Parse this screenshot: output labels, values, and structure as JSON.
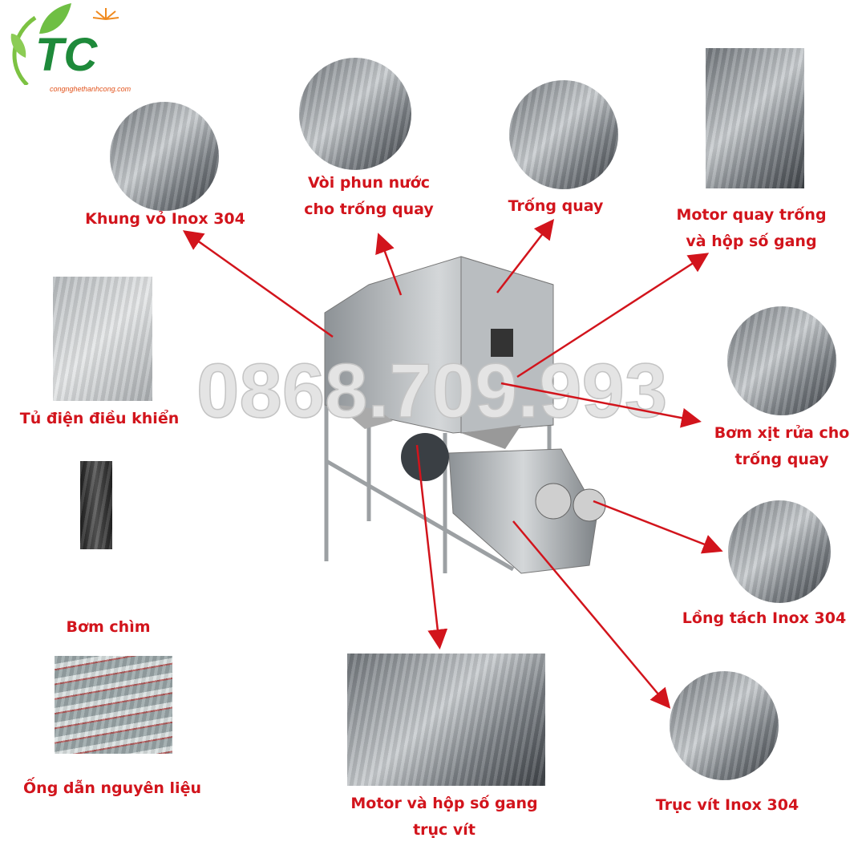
{
  "brand": {
    "logo_text": "TC",
    "website": "congnghethanhcong.com",
    "green": "#1e8a3a",
    "orange": "#f08a1e"
  },
  "watermark": "0868.709.993",
  "accent": "#d2141c",
  "labels": {
    "frame": "Khung vỏ Inox 304",
    "nozzle_1": "Vòi phun nước",
    "nozzle_2": "cho trống quay",
    "drum": "Trống quay",
    "drum_motor_1": "Motor quay trống",
    "drum_motor_2": "và hộp số gang",
    "control_box": "Tủ điện điều khiển",
    "wash_pump_1": "Bơm xịt rửa cho",
    "wash_pump_2": "trống quay",
    "submersible_pump": "Bơm chìm",
    "separator_cage": "Lồng tách  Inox 304",
    "pipe": "Ống dẫn nguyên liệu",
    "screw_motor_1": "Motor và hộp số gang",
    "screw_motor_2": "trục vít",
    "screw_shaft": "Trục vít Inox 304"
  }
}
